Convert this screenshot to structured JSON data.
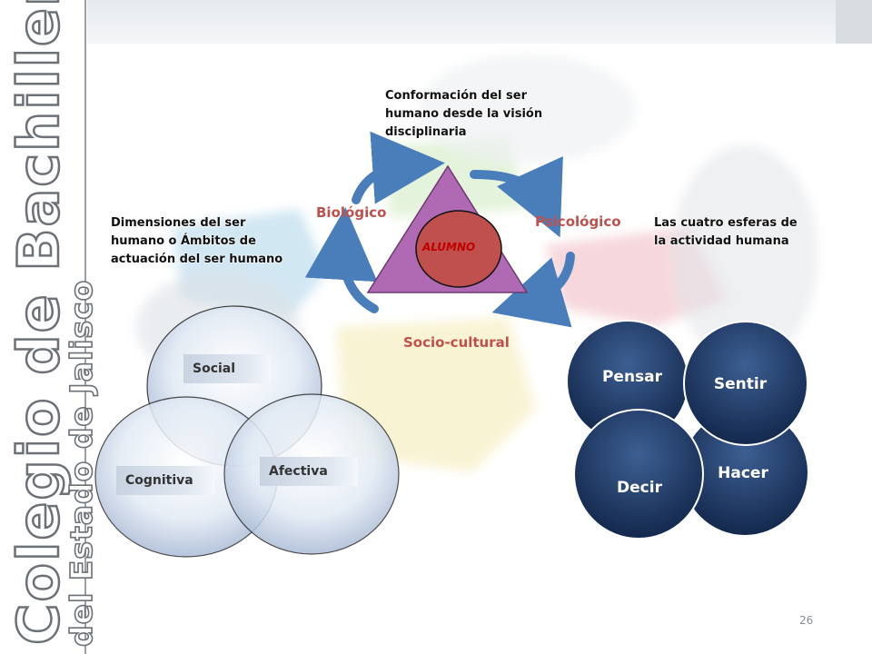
{
  "brand": {
    "line1": "Colegio de Bachilleres",
    "line2": "del Estado de Jalisco"
  },
  "captions": {
    "center": "Conformación del ser humano desde la visión disciplinaria",
    "left": "Dimensiones del ser humano o Ámbitos de actuación del ser humano",
    "right": "Las cuatro esferas de la actividad humana"
  },
  "cycle": {
    "center": "ALUMNO",
    "biologico": "Biológico",
    "psicologico": "Psicológico",
    "socio": "Socio-cultural"
  },
  "dimensions": {
    "social": "Social",
    "cognitiva": "Cognitiva",
    "afectiva": "Afectiva"
  },
  "spheres": {
    "pensar": "Pensar",
    "sentir": "Sentir",
    "hacer": "Hacer",
    "decir": "Decir"
  },
  "page_number": "26",
  "colors": {
    "sphere_label": "#c0504d",
    "triangle": "#b06ab3",
    "alumno_circle": "#c0504d",
    "arrow": "#4a7ebb",
    "dark_sphere": "#1f3864"
  }
}
